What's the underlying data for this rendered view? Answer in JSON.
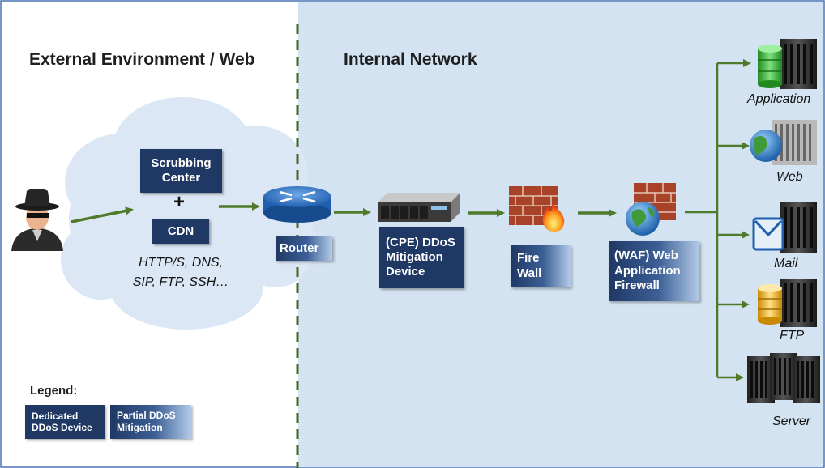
{
  "headings": {
    "external": "External Environment  / Web",
    "internal": "Internal Network"
  },
  "cloud": {
    "scrubbing": "Scrubbing Center",
    "plus": "+",
    "cdn": "CDN",
    "protocols_line1": "HTTP/S, DNS,",
    "protocols_line2": "SIP, FTP, SSH…"
  },
  "devices": {
    "router": "Router",
    "cpe": [
      "(CPE) DDoS",
      "Mitigation",
      "Device"
    ],
    "firewall": [
      "Fire",
      "Wall"
    ],
    "waf": [
      "(WAF) Web",
      "Application",
      "Firewall"
    ]
  },
  "servers": [
    "Application",
    "Web",
    "Mail",
    "FTP",
    "Server"
  ],
  "legend": {
    "title": "Legend:",
    "dedicated": [
      "Dedicated",
      "DDoS Device"
    ],
    "partial": [
      "Partial DDoS",
      "Mitigation"
    ]
  },
  "colors": {
    "navy": "#1f3864",
    "arrow": "#4e7a2a",
    "internal_bg": "#d3e3f1",
    "cloud": "#dbe7f4"
  }
}
